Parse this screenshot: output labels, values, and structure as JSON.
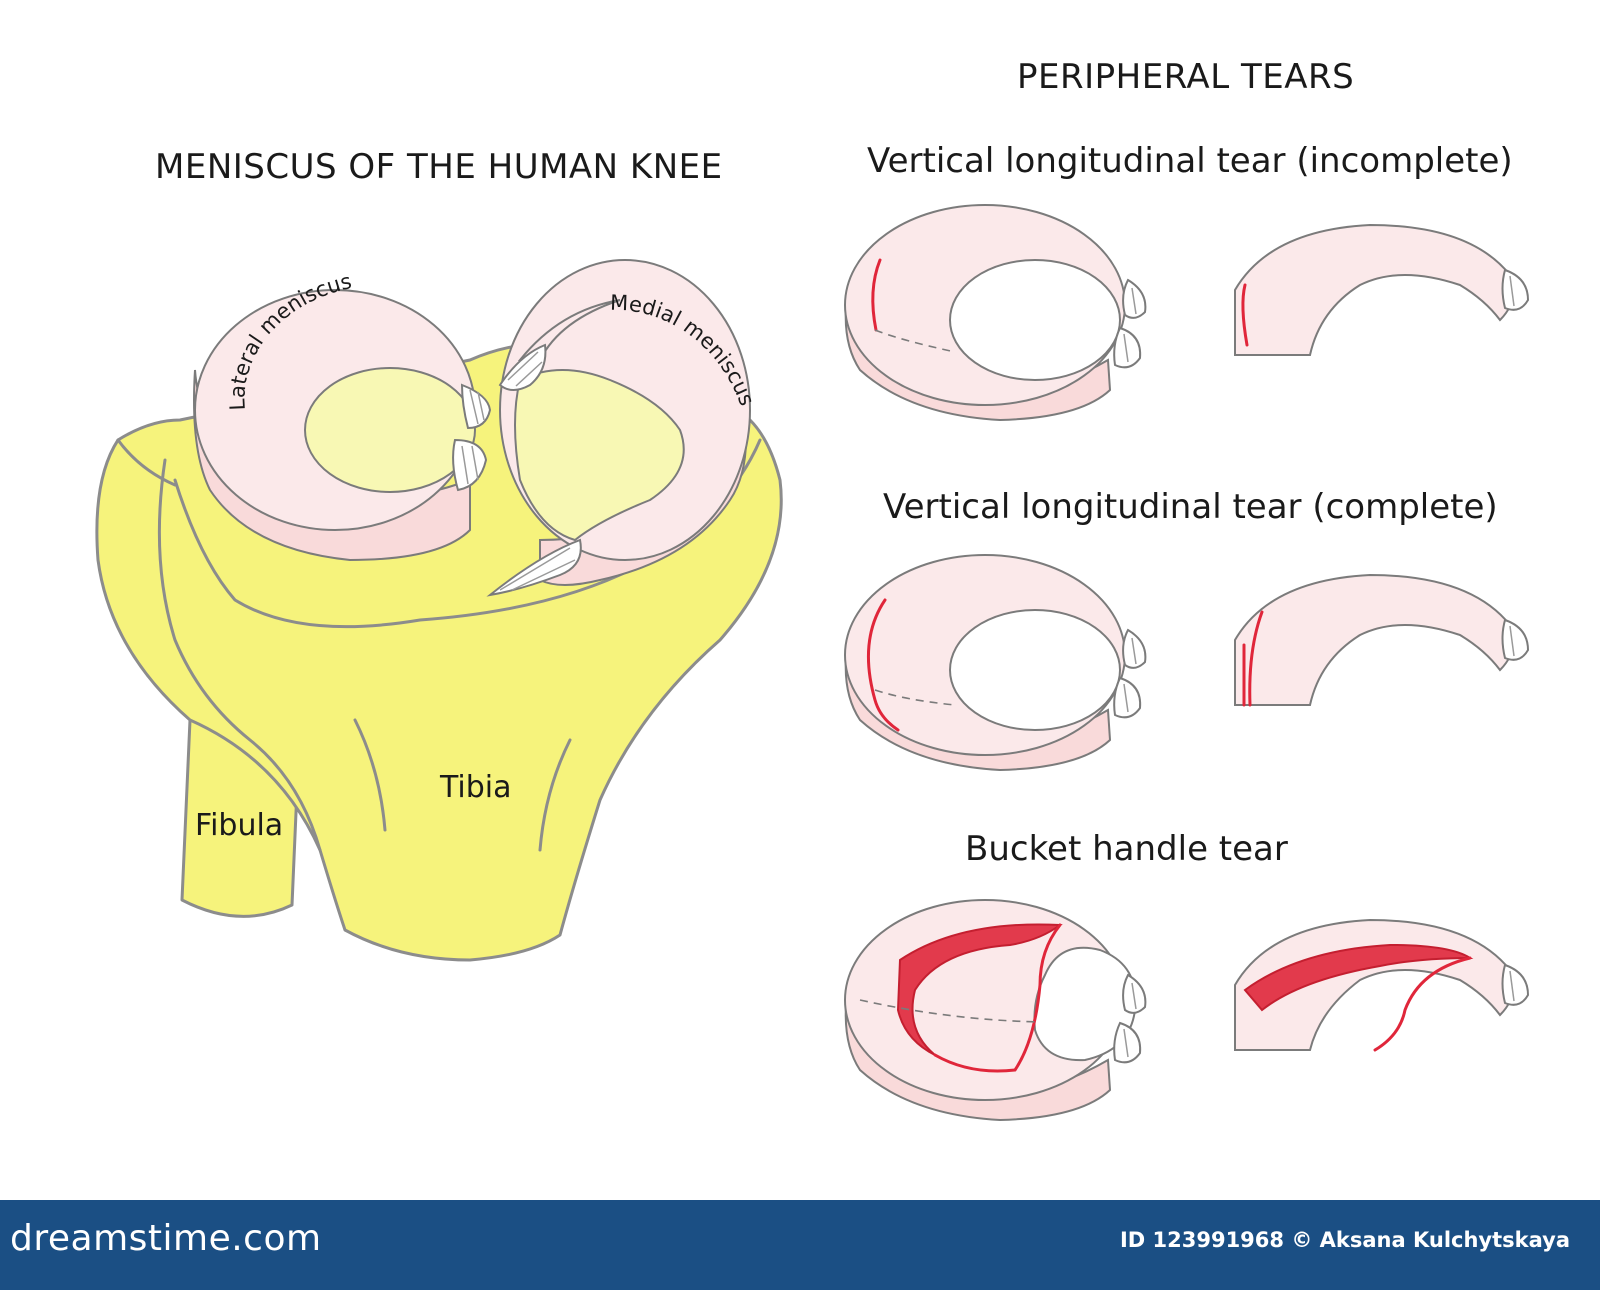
{
  "left": {
    "title": "MENISCUS OF THE HUMAN KNEE",
    "labels": {
      "lateral": "Lateral meniscus",
      "medial": "Medial meniscus",
      "tibia": "Tibia",
      "fibula": "Fibula"
    }
  },
  "right": {
    "title": "PERIPHERAL TEARS",
    "types": [
      {
        "label": "Vertical longitudinal tear (incomplete)"
      },
      {
        "label": "Vertical longitudinal tear (complete)"
      },
      {
        "label": "Bucket handle tear"
      }
    ]
  },
  "footer": {
    "site": "dreamstime.com",
    "id_text": "ID 123991968 © Aksana Kulchytskaya"
  },
  "colors": {
    "bone": "#f6f37c",
    "meniscus": "#f9dada",
    "tear": "#e0263a",
    "footer": "#1b4f84"
  }
}
